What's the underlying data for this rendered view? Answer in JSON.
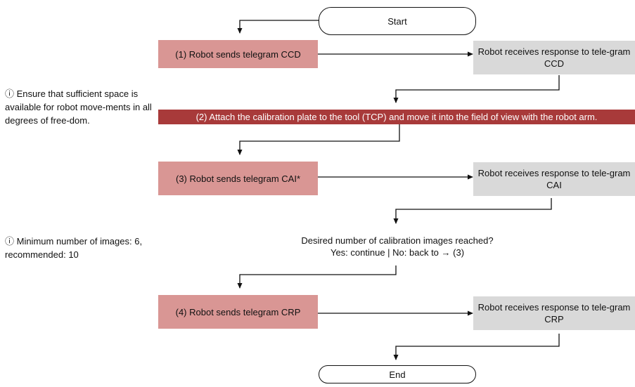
{
  "notes": {
    "space": "ⓘ Ensure that sufficient space is available for robot move-ments in all degrees of free-dom.",
    "images": "ⓘ Minimum number of images: 6, recommended: 10"
  },
  "steps": {
    "start": "Start",
    "send_ccd": "(1) Robot sends telegram CCD",
    "resp_ccd": "Robot receives response to tele-gram CCD",
    "attach": "(2) Attach the calibration plate to the tool (TCP) and move it into the field of view with the robot arm.",
    "send_cai": "(3) Robot sends telegram CAI*",
    "resp_cai": "Robot receives response to tele-gram CAI",
    "decision_q": "Desired number of calibration images reached?",
    "decision_a": "Yes: continue | No: back to → (3)",
    "send_crp": "(4) Robot sends telegram CRP",
    "resp_crp": "Robot receives response to tele-gram CRP",
    "end": "End"
  },
  "colors": {
    "robot_step": "#d99694",
    "response_step": "#d9d9d9",
    "instruction_banner": "#a83a3a"
  }
}
